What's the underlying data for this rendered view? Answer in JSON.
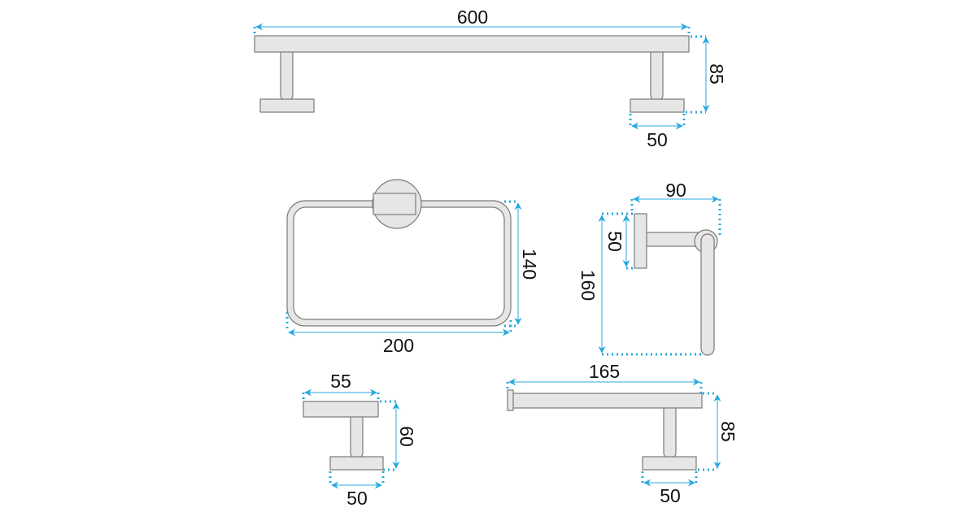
{
  "colors": {
    "dimension": "#29a9e0",
    "part_fill": "#e6e6e6",
    "part_stroke": "#7a7a7a"
  },
  "towel_bar": {
    "length": "600",
    "depth": "85",
    "base_width": "50"
  },
  "towel_ring": {
    "height": "140",
    "width": "200"
  },
  "towel_holder": {
    "depth": "90",
    "plate_height": "50",
    "height": "160"
  },
  "robe_hook": {
    "top_width": "55",
    "depth": "60",
    "base_width": "50"
  },
  "paper_holder": {
    "length": "165",
    "depth": "85",
    "base_width": "50"
  }
}
